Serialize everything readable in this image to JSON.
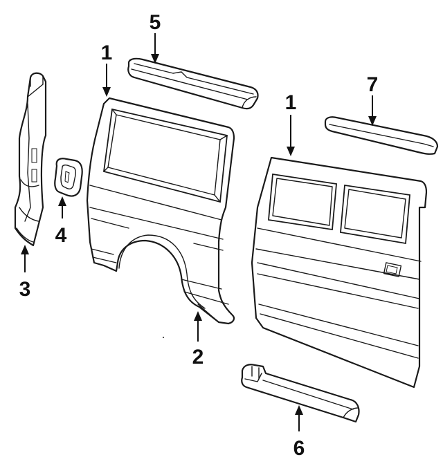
{
  "diagram": {
    "callouts": [
      {
        "id": "callout-1-left",
        "label": "1"
      },
      {
        "id": "callout-1-right",
        "label": "1"
      },
      {
        "id": "callout-2",
        "label": "2"
      },
      {
        "id": "callout-3",
        "label": "3"
      },
      {
        "id": "callout-4",
        "label": "4"
      },
      {
        "id": "callout-5",
        "label": "5"
      },
      {
        "id": "callout-6",
        "label": "6"
      },
      {
        "id": "callout-7",
        "label": "7"
      }
    ],
    "colors": {
      "line": "#1a1a1a",
      "background": "#ffffff"
    }
  }
}
